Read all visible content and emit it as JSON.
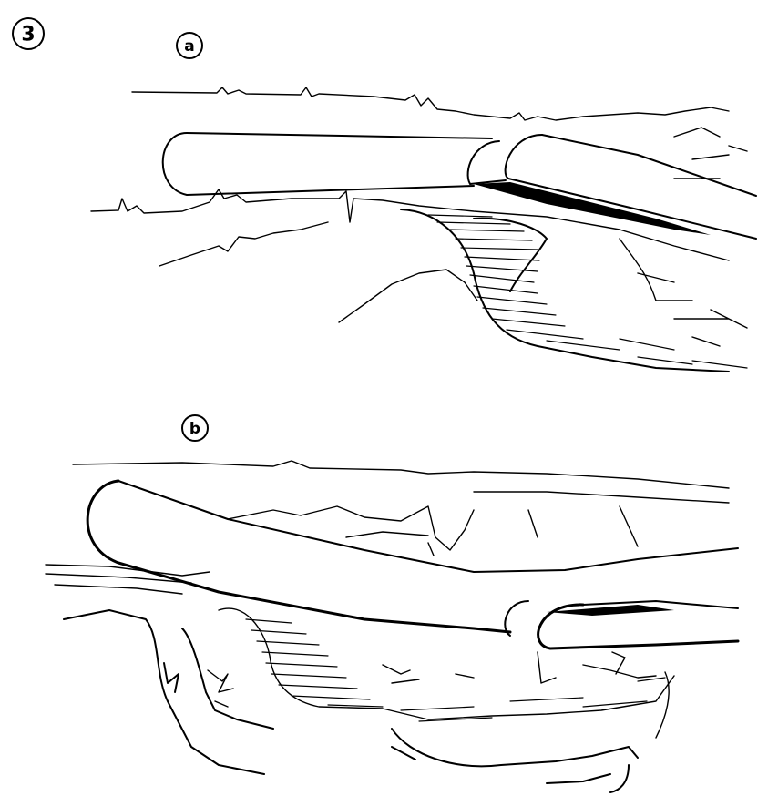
{
  "figure": {
    "number_label": "3",
    "panels": [
      {
        "label": "a"
      },
      {
        "label": "b"
      }
    ]
  }
}
